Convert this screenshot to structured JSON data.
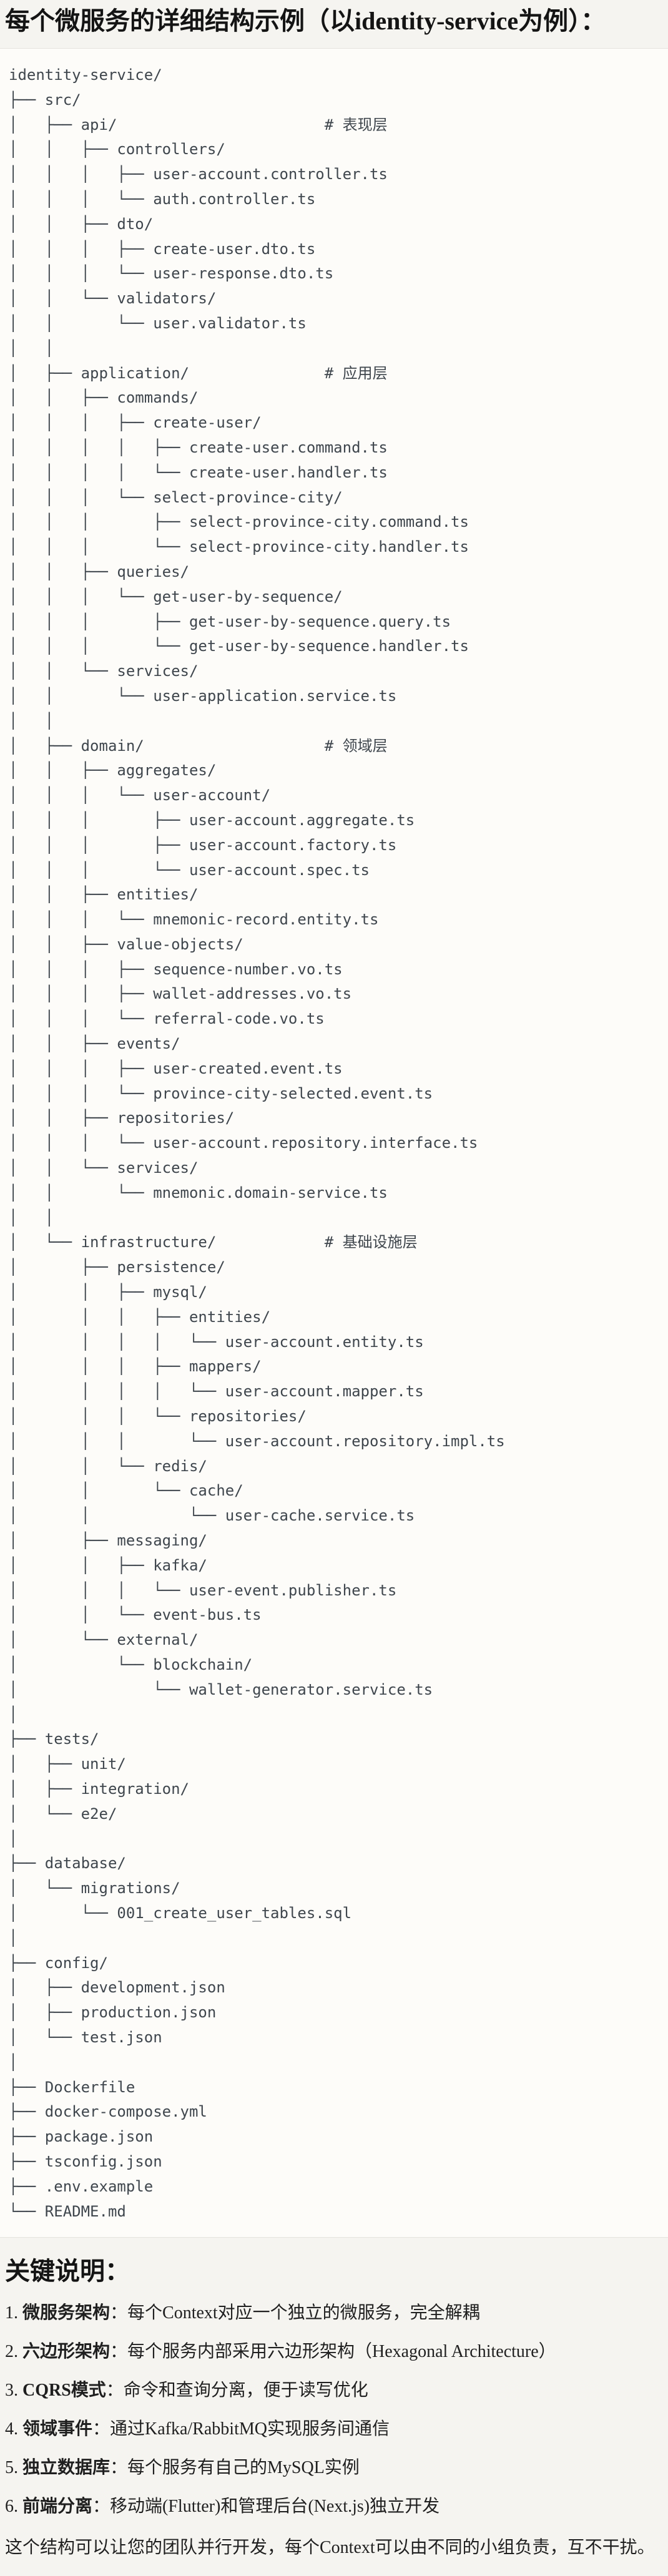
{
  "page": {
    "title": "每个微服务的详细结构示例（以identity-service为例）：",
    "notes_heading": "关键说明：",
    "closing": "这个结构可以让您的团队并行开发，每个Context可以由不同的小组负责，互不干扰。"
  },
  "colors": {
    "page_bg": "#f5f4f0",
    "code_bg": "#fdfcf9",
    "code_text": "#3f464d",
    "heading_text": "#141414",
    "border": "#e5e3de"
  },
  "tree": {
    "lines": [
      "identity-service/",
      "├── src/",
      "│   ├── api/                       # 表现层",
      "│   │   ├── controllers/",
      "│   │   │   ├── user-account.controller.ts",
      "│   │   │   └── auth.controller.ts",
      "│   │   ├── dto/",
      "│   │   │   ├── create-user.dto.ts",
      "│   │   │   └── user-response.dto.ts",
      "│   │   └── validators/",
      "│   │       └── user.validator.ts",
      "│   │",
      "│   ├── application/               # 应用层",
      "│   │   ├── commands/",
      "│   │   │   ├── create-user/",
      "│   │   │   │   ├── create-user.command.ts",
      "│   │   │   │   └── create-user.handler.ts",
      "│   │   │   └── select-province-city/",
      "│   │   │       ├── select-province-city.command.ts",
      "│   │   │       └── select-province-city.handler.ts",
      "│   │   ├── queries/",
      "│   │   │   └── get-user-by-sequence/",
      "│   │   │       ├── get-user-by-sequence.query.ts",
      "│   │   │       └── get-user-by-sequence.handler.ts",
      "│   │   └── services/",
      "│   │       └── user-application.service.ts",
      "│   │",
      "│   ├── domain/                    # 领域层",
      "│   │   ├── aggregates/",
      "│   │   │   └── user-account/",
      "│   │   │       ├── user-account.aggregate.ts",
      "│   │   │       ├── user-account.factory.ts",
      "│   │   │       └── user-account.spec.ts",
      "│   │   ├── entities/",
      "│   │   │   └── mnemonic-record.entity.ts",
      "│   │   ├── value-objects/",
      "│   │   │   ├── sequence-number.vo.ts",
      "│   │   │   ├── wallet-addresses.vo.ts",
      "│   │   │   └── referral-code.vo.ts",
      "│   │   ├── events/",
      "│   │   │   ├── user-created.event.ts",
      "│   │   │   └── province-city-selected.event.ts",
      "│   │   ├── repositories/",
      "│   │   │   └── user-account.repository.interface.ts",
      "│   │   └── services/",
      "│   │       └── mnemonic.domain-service.ts",
      "│   │",
      "│   └── infrastructure/            # 基础设施层",
      "│       ├── persistence/",
      "│       │   ├── mysql/",
      "│       │   │   ├── entities/",
      "│       │   │   │   └── user-account.entity.ts",
      "│       │   │   ├── mappers/",
      "│       │   │   │   └── user-account.mapper.ts",
      "│       │   │   └── repositories/",
      "│       │   │       └── user-account.repository.impl.ts",
      "│       │   └── redis/",
      "│       │       └── cache/",
      "│       │           └── user-cache.service.ts",
      "│       ├── messaging/",
      "│       │   ├── kafka/",
      "│       │   │   └── user-event.publisher.ts",
      "│       │   └── event-bus.ts",
      "│       └── external/",
      "│           └── blockchain/",
      "│               └── wallet-generator.service.ts",
      "│",
      "├── tests/",
      "│   ├── unit/",
      "│   ├── integration/",
      "│   └── e2e/",
      "│",
      "├── database/",
      "│   └── migrations/",
      "│       └── 001_create_user_tables.sql",
      "│",
      "├── config/",
      "│   ├── development.json",
      "│   ├── production.json",
      "│   └── test.json",
      "│",
      "├── Dockerfile",
      "├── docker-compose.yml",
      "├── package.json",
      "├── tsconfig.json",
      "├── .env.example",
      "└── README.md"
    ]
  },
  "notes": {
    "items": [
      {
        "num": "1.",
        "label": "微服务架构",
        "text": "：每个Context对应一个独立的微服务，完全解耦"
      },
      {
        "num": "2.",
        "label": "六边形架构",
        "text": "：每个服务内部采用六边形架构（Hexagonal Architecture）"
      },
      {
        "num": "3.",
        "label": "CQRS模式",
        "text": "：命令和查询分离，便于读写优化"
      },
      {
        "num": "4.",
        "label": "领域事件",
        "text": "：通过Kafka/RabbitMQ实现服务间通信"
      },
      {
        "num": "5.",
        "label": "独立数据库",
        "text": "：每个服务有自己的MySQL实例"
      },
      {
        "num": "6.",
        "label": "前端分离",
        "text": "：移动端(Flutter)和管理后台(Next.js)独立开发"
      }
    ]
  }
}
